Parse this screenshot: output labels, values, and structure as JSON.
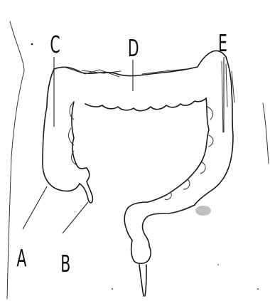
{
  "labels": {
    "a": "A",
    "b": "B",
    "c": "C",
    "d": "D",
    "e": "E"
  },
  "colors": {
    "ink": "#1a1a1a",
    "smudge": "#8a8a8a",
    "background": "#ffffff"
  }
}
